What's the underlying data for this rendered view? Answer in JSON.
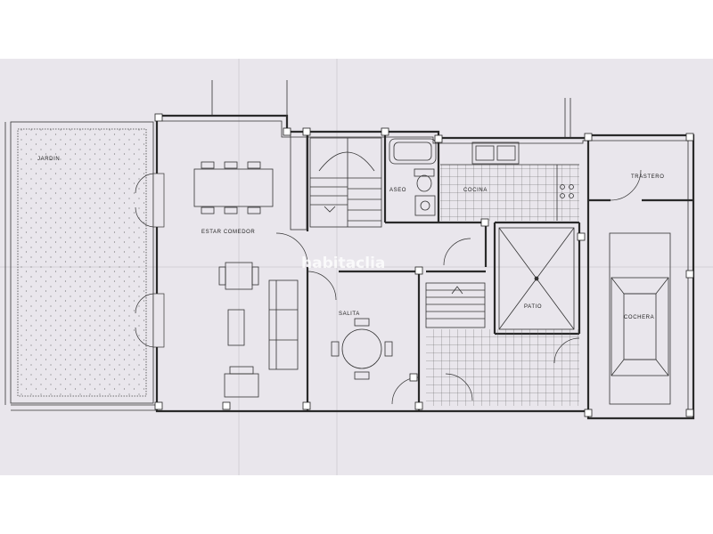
{
  "plan": {
    "rooms": {
      "jardin": "JARDIN",
      "estar_comedor": "ESTAR COMEDOR",
      "aseo": "ASEO",
      "cocina": "COCINA",
      "trastero": "TRASTERO",
      "salita": "SALITA",
      "patio": "PATIO",
      "cochera": "COCHERA"
    },
    "watermark": "habitaclia"
  },
  "colors": {
    "paper": "#e9e6ec",
    "line": "#2a2a2a"
  }
}
